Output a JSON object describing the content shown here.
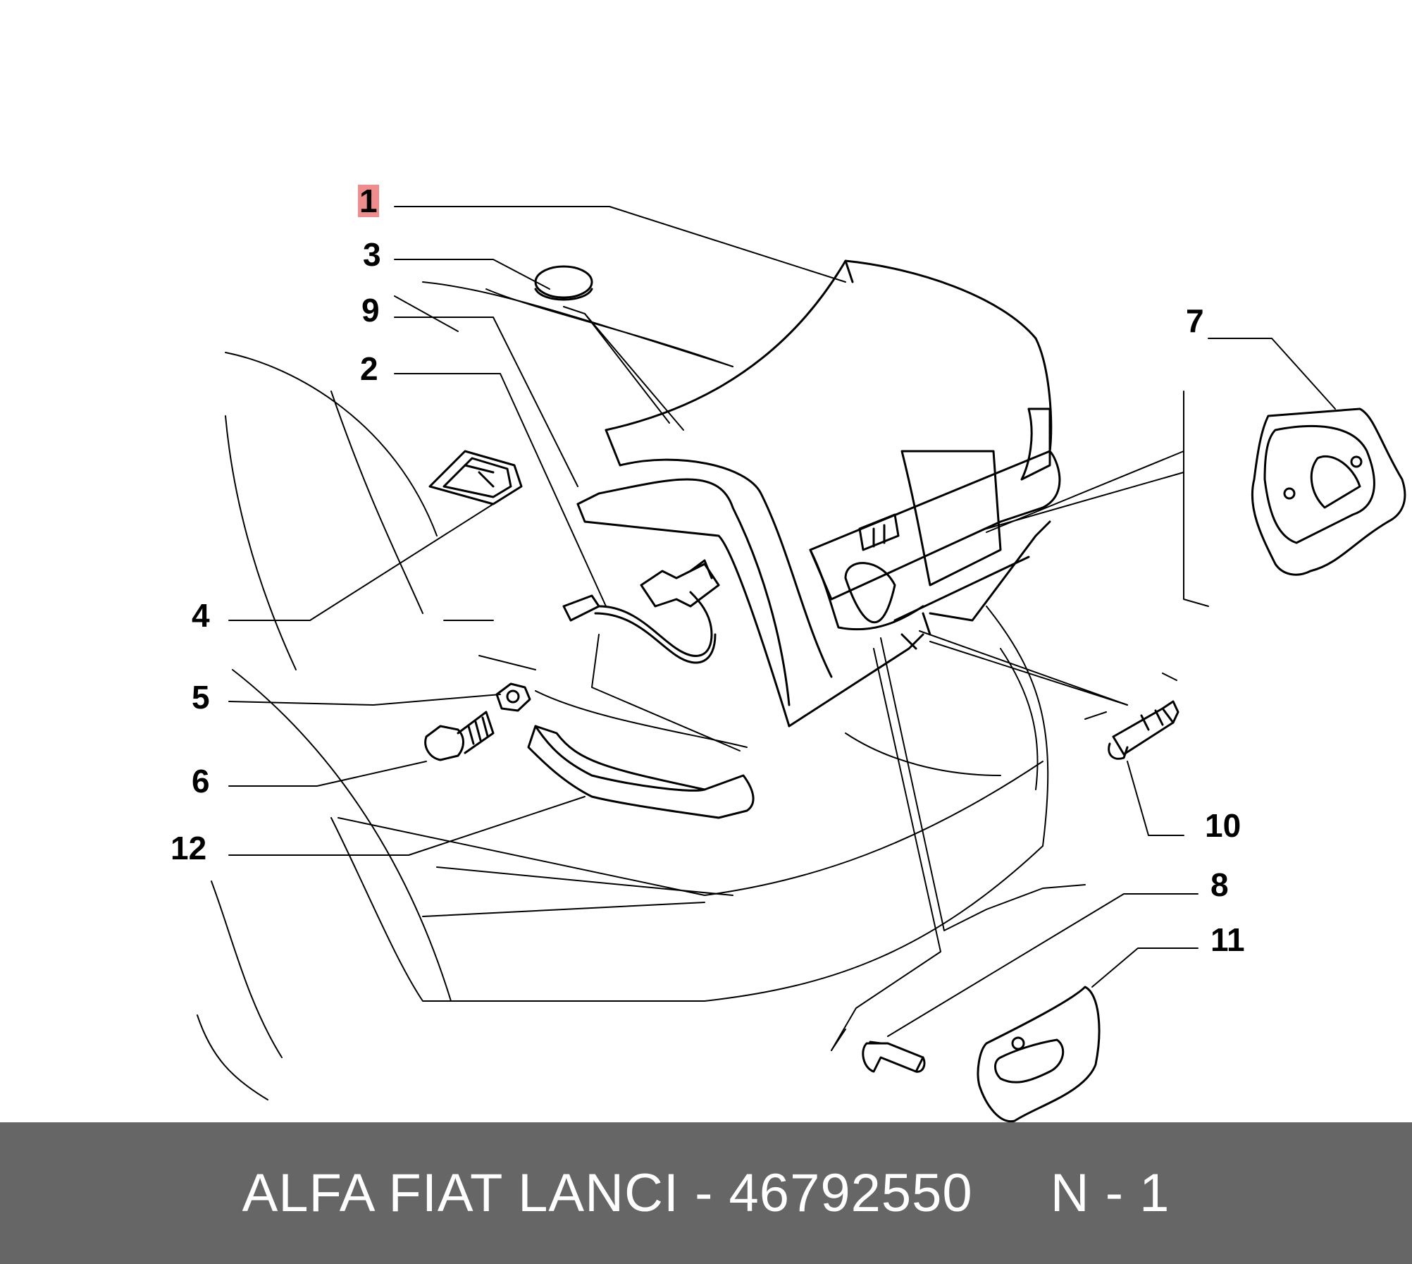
{
  "callouts": {
    "c1": "1",
    "c2": "2",
    "c3": "3",
    "c4": "4",
    "c5": "5",
    "c6": "6",
    "c7": "7",
    "c8": "8",
    "c9": "9",
    "c10": "10",
    "c11": "11",
    "c12": "12"
  },
  "highlight_color": "#f08c8c",
  "footer": {
    "part_text": "ALFA FIAT LANCI - 46792550",
    "position_text": "N - 1",
    "background_color": "#666666"
  }
}
